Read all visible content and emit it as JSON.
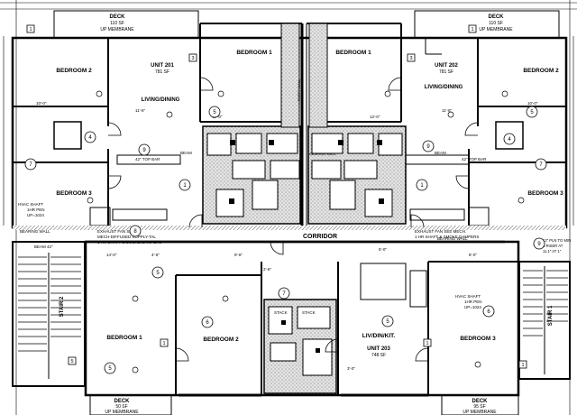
{
  "rooms": {
    "deck_top_left": "DECK",
    "deck_top_left_area": "110 SF",
    "deck_top_left_note": "UP MEMBRANE",
    "deck_top_right": "DECK",
    "deck_top_right_area": "110 SF",
    "deck_top_right_note": "UP MEMBRANE",
    "bedroom1_upper_left": "BEDROOM 1",
    "bedroom1_upper_right": "BEDROOM 1",
    "bedroom2_upper_left": "BEDROOM 2",
    "bedroom2_upper_right": "BEDROOM 2",
    "bedroom3_left": "BEDROOM 3",
    "bedroom3_right": "BEDROOM 3",
    "unit_left": "UNIT 201",
    "unit_left_area": "781 SF",
    "unit_right": "UNIT 202",
    "unit_right_area": "781 SF",
    "living_left": "LIVING/DINING",
    "living_right": "LIVING/DINING",
    "corridor": "CORRIDOR",
    "bedroom1_lower": "BEDROOM 1",
    "bedroom2_lower": "BEDROOM 2",
    "bedroom3_lower": "BEDROOM 3",
    "liv_din_kit": "LIV/DIN/KIT.",
    "unit_lower": "UNIT 203",
    "unit_lower_area": "748 SF",
    "deck_bottom_left": "DECK",
    "deck_bottom_left_area": "50 SF",
    "deck_bottom_left_note": "UP MEMBRANE",
    "deck_bottom_right": "DECK",
    "deck_bottom_right_area": "95 SF",
    "deck_bottom_right_note": "UP MEMBRANE",
    "stair": "STAIR 2",
    "stair_right": "STAIR 1"
  },
  "notes": {
    "bar_left": "42\" TOP BAR",
    "bar_right": "42\" TOP BAR",
    "beam_left": "BEAM",
    "beam_right": "BEAM",
    "bearing_wall_center": "BEARING WALL",
    "bearing_wall_left": "BEARING WALL",
    "bearing_wall_right": "BEARING WALL",
    "hvac_left_1": "HVAC SHAFT",
    "hvac_left_2": "1HR PEN",
    "hvac_left_3": "UP=1024",
    "hvac_lower_1": "HVAC SHAFT",
    "hvac_lower_2": "1HR PEN",
    "hvac_lower_3": "UP=1024",
    "exhaust_left_1": "EXHAUST FAN SEE",
    "exhaust_left_2": "MECH-DIFFUSED SUPPLY-TAL",
    "exhaust_left_3": "1 HR SHAFT & SMOKE DAMPERS",
    "exhaust_right_1": "EXHAUST FAN SEE MECH.",
    "exhaust_right_2": "1 HR SHAFT & SMOKE DAMPERS",
    "right_edge_1": "12\" PLN TO MIN",
    "right_edge_2": "3 RISER AT",
    "right_edge_3": "11.1\" AT 1\"",
    "beam_42": "BEAM 42\"",
    "party_wall": "PARTY WALL",
    "stack_left": "STACK",
    "stack_right": "STACK"
  },
  "dims": {
    "d_10_0": "10'-0\"",
    "d_11_6": "11'-6\"",
    "d_4_6": "4'-6\"",
    "d_12_0": "12'-0\"",
    "d_14_0": "14'-0\"",
    "d_3_0": "3'-0\"",
    "d_9_6": "9'-6\"",
    "d_5_0": "5'-0\"",
    "d_8_0": "8'-0\"",
    "d_2_6": "2'-6\""
  },
  "tags": {
    "t1": "1",
    "t2": "2",
    "t3": "3",
    "t4": "4",
    "t5": "5",
    "t6": "6",
    "t7": "7",
    "t8": "8",
    "t9": "9"
  }
}
